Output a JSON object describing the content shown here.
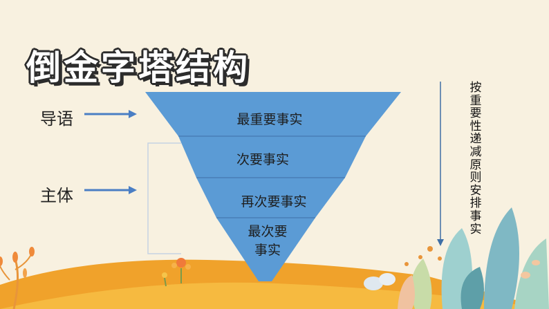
{
  "title": "倒金字塔结构",
  "left_labels": {
    "lead": "导语",
    "body": "主体"
  },
  "pyramid_layers": [
    "最重要事实",
    "次要事实",
    "再次要事实",
    "最次要事实"
  ],
  "side_note": "按重要性递减原则安排事实",
  "colors": {
    "pyramid_fill": "#5b9bd5",
    "arrow": "#4a7ec4",
    "bracket": "#c5d3e3",
    "hill": "#f0a22b"
  }
}
